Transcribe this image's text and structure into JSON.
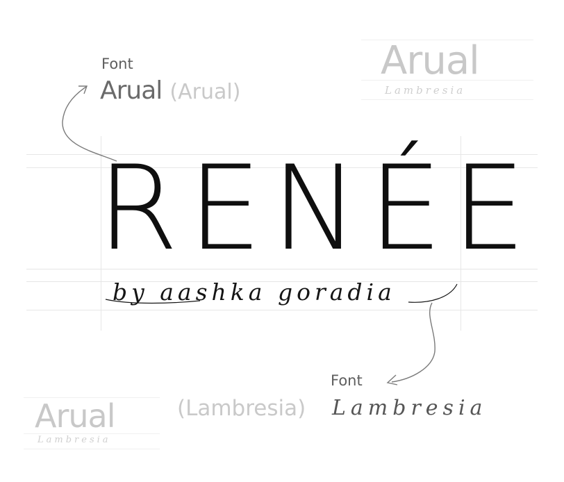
{
  "annotations": {
    "top": {
      "label": "Font",
      "font_name": "Arual",
      "paren": "(Arual)"
    },
    "bottom": {
      "label": "Font",
      "font_name": "Lambresia",
      "paren": "(Lambresia)"
    }
  },
  "logo": {
    "word": "RENÉE",
    "tagline": "by aashka goradia"
  },
  "samples": {
    "top_right": {
      "primary": "Arual",
      "secondary": "Lambresia"
    },
    "bottom_left": {
      "primary": "Arual",
      "secondary": "Lambresia"
    }
  },
  "colors": {
    "text": "#0f0f0f",
    "grey": "#c9c9c9",
    "arrow": "#7a7a7a"
  }
}
